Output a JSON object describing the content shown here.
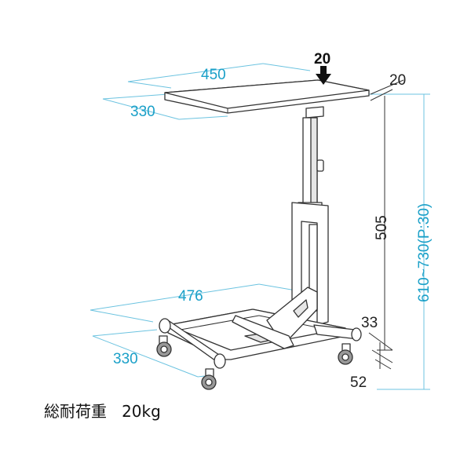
{
  "dimensions": {
    "table_width": "450",
    "table_depth": "330",
    "base_width": "476",
    "base_depth": "330",
    "load_point": "20",
    "top_thickness": "20",
    "column_height": "505",
    "height_range": "610~730(P:30)",
    "caster_offset": "33",
    "caster_height": "52"
  },
  "caption": {
    "label": "総耐荷重",
    "value": "20kg"
  },
  "colors": {
    "dimension_blue": "#1aa0c8",
    "line_blue": "#6cc3e0",
    "outline": "#333333"
  }
}
